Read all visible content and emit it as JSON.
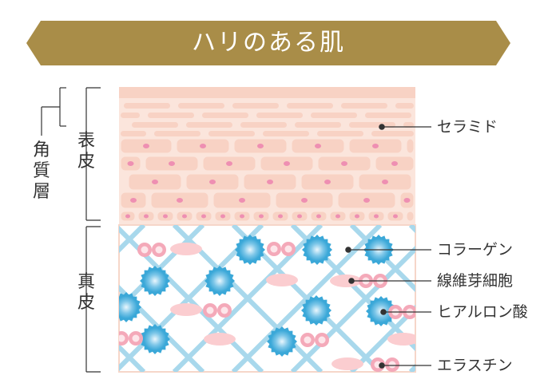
{
  "title": "ハリのある肌",
  "colors": {
    "banner": "#a98d48",
    "lattice": "#a8d8ec",
    "epidermis_bg": "#fbe5dc",
    "cell": "#f8d2c4",
    "nucleus": "#ee8fb2",
    "hyaluronic": "#3ba8d8",
    "elastin": "#f4a9b9",
    "fibroblast": "#fbcdd0"
  },
  "labels": {
    "stratum_corneum": "角質層",
    "epidermis": "表皮",
    "dermis": "真皮"
  },
  "callouts": [
    {
      "id": "ceramide",
      "text": "セラミド"
    },
    {
      "id": "collagen",
      "text": "コラーゲン"
    },
    {
      "id": "fibroblast",
      "text": "線維芽細胞"
    },
    {
      "id": "hyaluronic",
      "text": "ヒアルロン酸"
    },
    {
      "id": "elastin",
      "text": "エラスチン"
    }
  ]
}
